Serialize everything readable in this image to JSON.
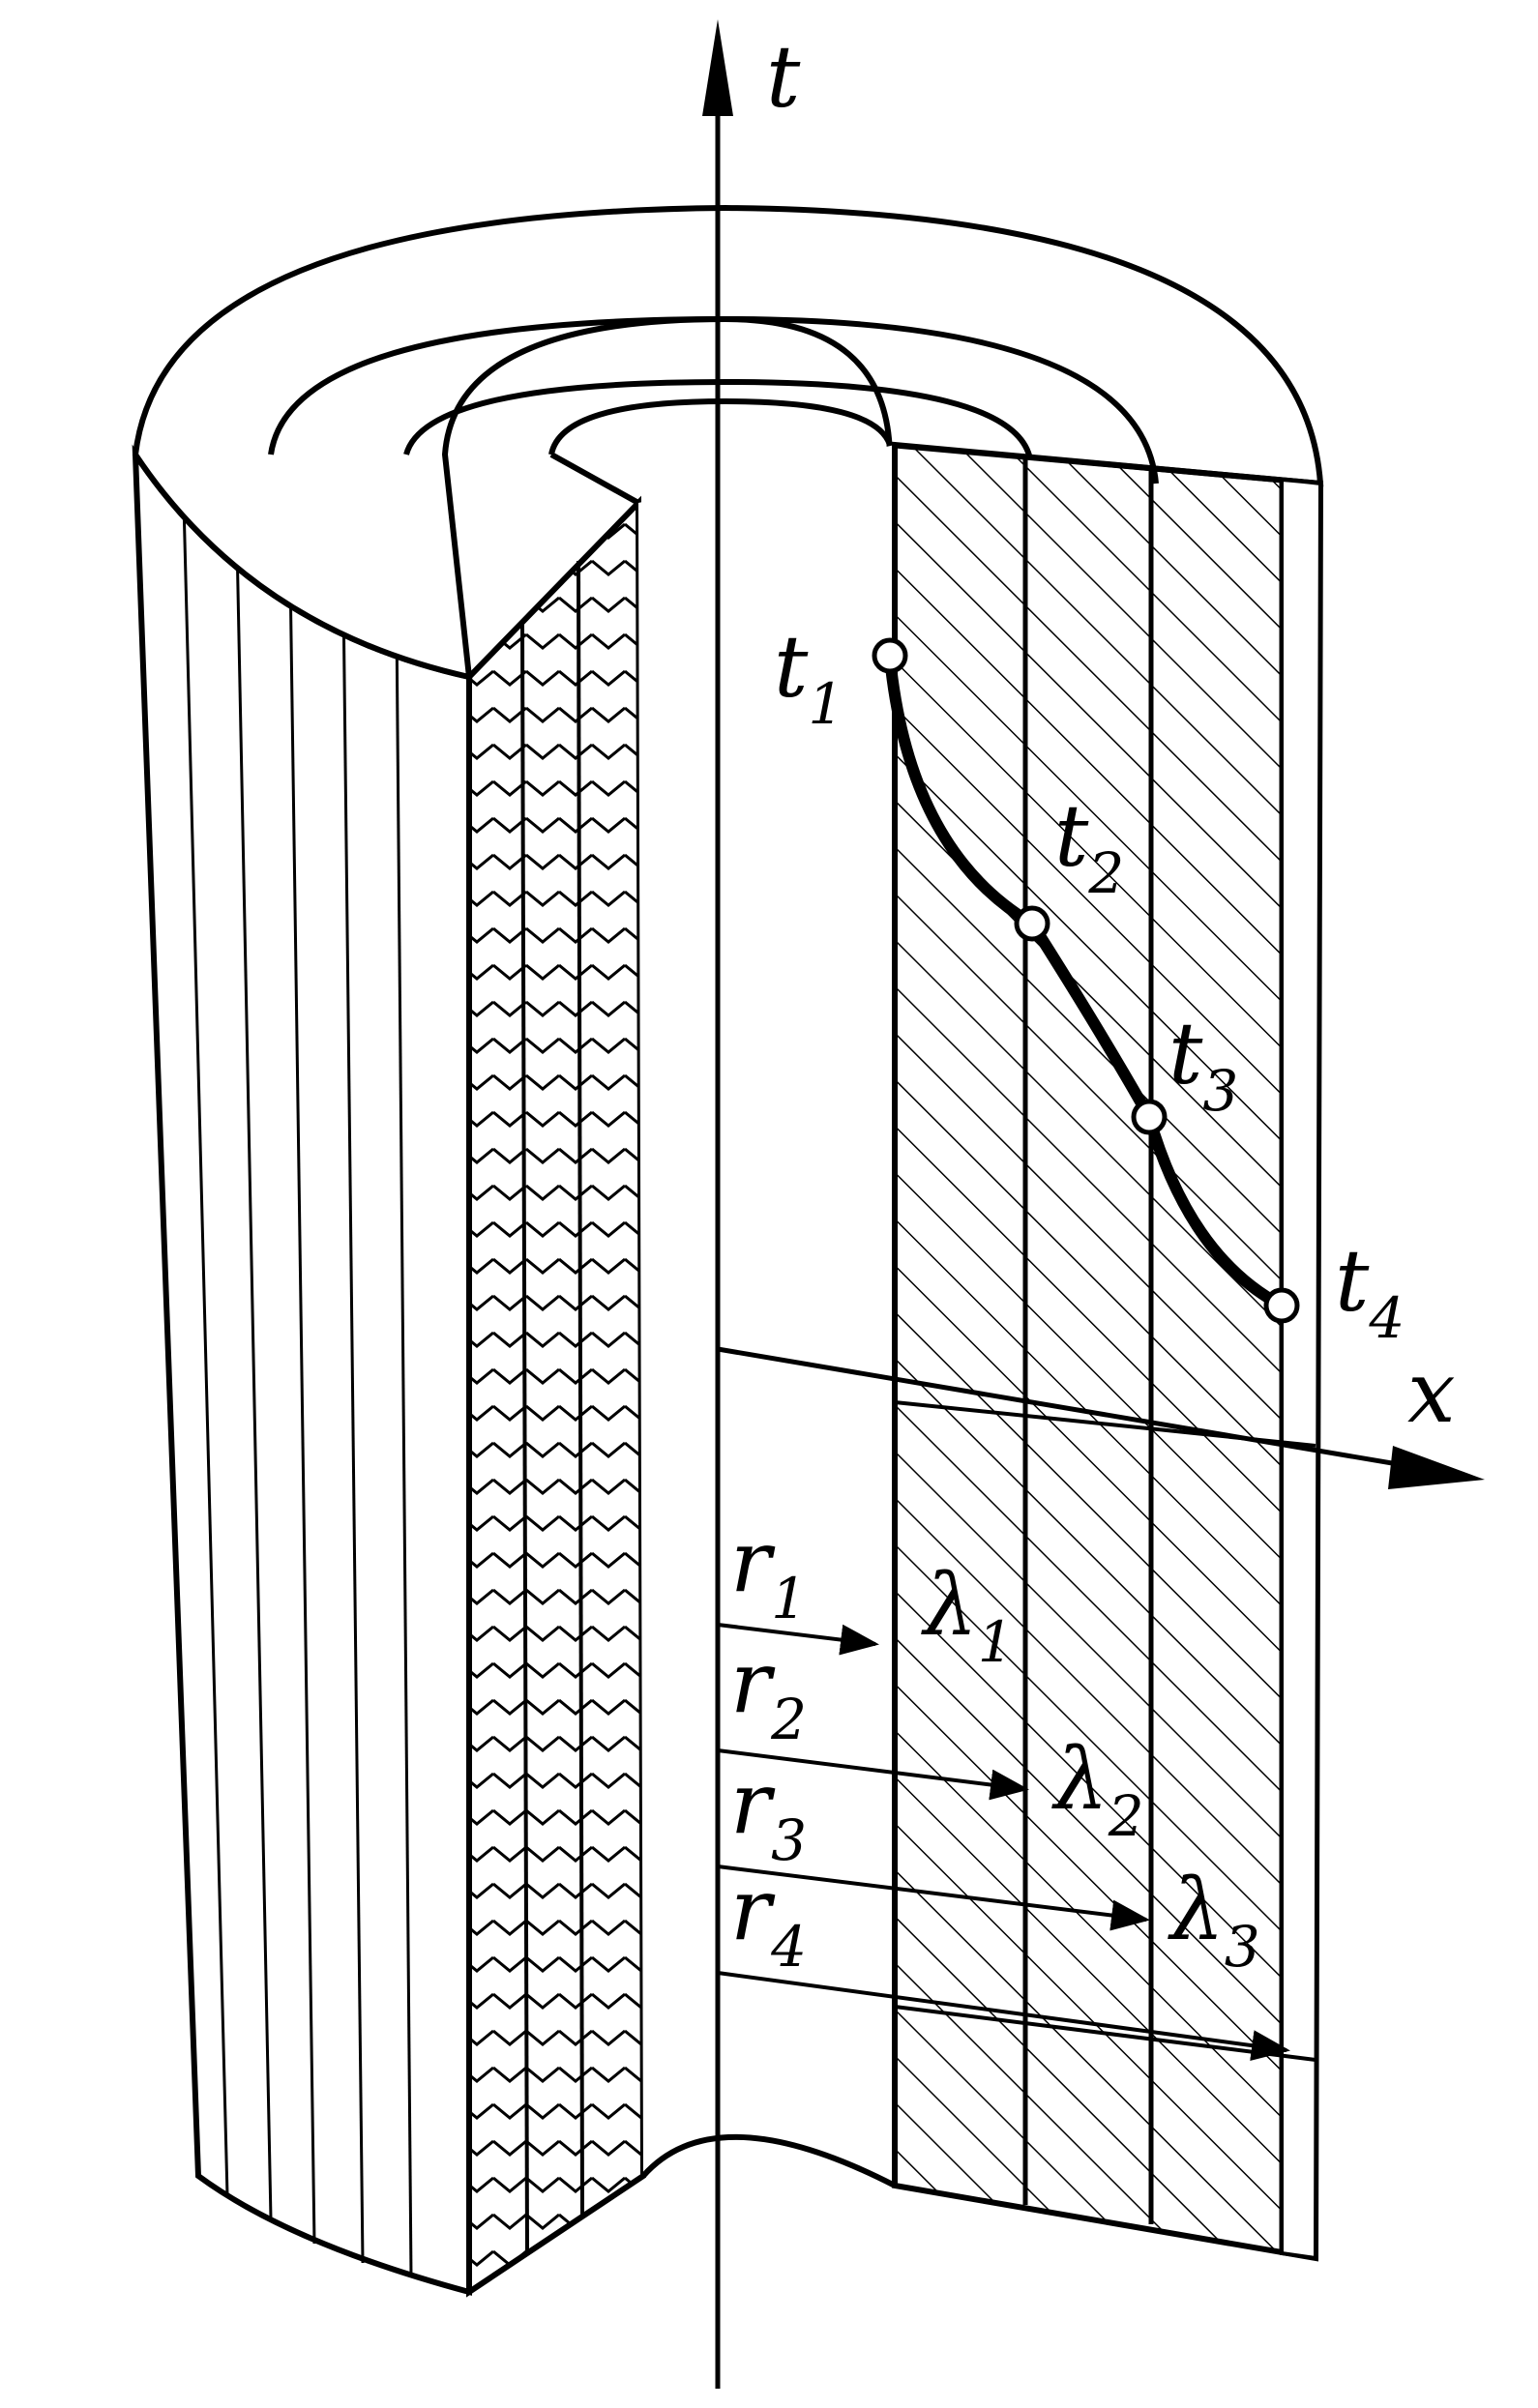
{
  "diagram": {
    "axis_t": "t",
    "axis_x": "x",
    "temperatures": [
      {
        "symbol": "t",
        "index": "1"
      },
      {
        "symbol": "t",
        "index": "2"
      },
      {
        "symbol": "t",
        "index": "3"
      },
      {
        "symbol": "t",
        "index": "4"
      }
    ],
    "radii": [
      {
        "symbol": "r",
        "index": "1"
      },
      {
        "symbol": "r",
        "index": "2"
      },
      {
        "symbol": "r",
        "index": "3"
      },
      {
        "symbol": "r",
        "index": "4"
      }
    ],
    "conductivities": [
      {
        "symbol": "λ",
        "index": "1"
      },
      {
        "symbol": "λ",
        "index": "2"
      },
      {
        "symbol": "λ",
        "index": "3"
      }
    ]
  }
}
